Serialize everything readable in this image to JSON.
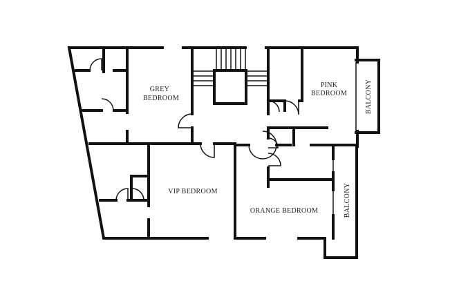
{
  "rooms": {
    "grey_line1": "GREY",
    "grey_line2": "BEDROOM",
    "pink_line1": "PINK",
    "pink_line2": "BEDROOM",
    "vip": "VIP BEDROOM",
    "orange": "ORANGE BEDROOM",
    "balcony_upper": "BALCONY",
    "balcony_lower": "BALCONY"
  }
}
